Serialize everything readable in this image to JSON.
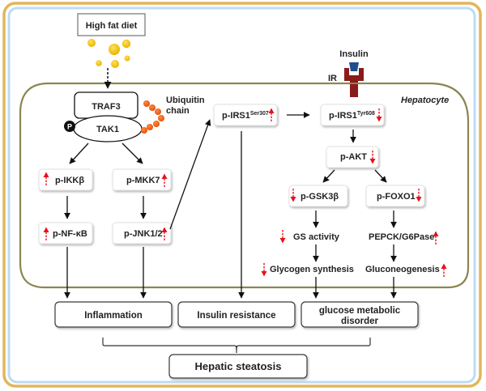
{
  "diagram": {
    "title_box": "High fat diet",
    "cell_label": "Hepatocyte",
    "receptor": {
      "ligand": "Insulin",
      "receptor": "IR"
    },
    "complex": {
      "top": "TRAF3",
      "bottom": "TAK1",
      "phospho": "P",
      "ubiquitin": [
        "Ubiquitin",
        "chain"
      ]
    },
    "nodes": {
      "ikkb": {
        "label": "p-IKKβ",
        "change": "up"
      },
      "mkk7": {
        "label": "p-MKK7",
        "change": "up"
      },
      "nfkb": {
        "label": "p-NF-κB",
        "change": "up"
      },
      "jnk": {
        "label": "p-JNK1/2",
        "change": "up"
      },
      "irs1_ser": {
        "label": "p-IRS1",
        "sup": "Ser307",
        "change": "up"
      },
      "irs1_tyr": {
        "label": "p-IRS1",
        "sup": "Tyr608",
        "change": "down"
      },
      "akt": {
        "label": "p-AKT",
        "change": "down"
      },
      "gsk3b": {
        "label": "p-GSK3β",
        "change": "down"
      },
      "foxo1": {
        "label": "p-FOXO1",
        "change": "down"
      },
      "gs": {
        "label": "GS activity",
        "change": "down"
      },
      "pepck": {
        "label": "PEPCK/G6Pase",
        "change": "up"
      },
      "glycogen": {
        "label": "Glycogen synthesis",
        "change": "down"
      },
      "gluconeo": {
        "label": "Gluconeogenesis",
        "change": "up"
      }
    },
    "outcomes": {
      "inflammation": "Inflammation",
      "insulin_resistance": "Insulin resistance",
      "glucose_line1": "glucose metabolic",
      "glucose_line2": "disorder"
    },
    "final": "Hepatic steatosis",
    "colors": {
      "outer_border": "#e3b55a",
      "inner_border": "#bcdcf3",
      "cell_membrane": "#8a8650",
      "fat_droplet": "#f2c200",
      "ubiquitin": "#f0601a",
      "insulin": "#1f4d8f",
      "receptor": "#8b1a1a",
      "change_arrow": "#e8111a"
    }
  }
}
